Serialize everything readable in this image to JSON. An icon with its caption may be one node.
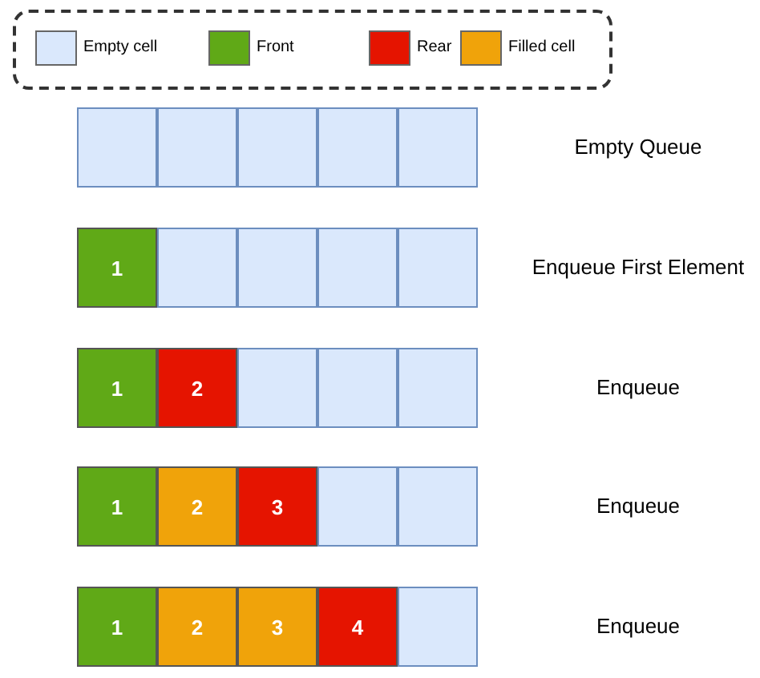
{
  "diagram": {
    "nodes": [
      {
        "text": [],
        "shape": "box"
      },
      {
        "text": [],
        "shape": "box"
      },
      {
        "text": [],
        "shape": "box"
      },
      {
        "text": [],
        "shape": "box"
      },
      {
        "text": [],
        "shape": "box"
      },
      {
        "text": [
          "1"
        ]
      },
      {
        "text": [],
        "shape": "box"
      },
      {
        "text": [],
        "shape": "box"
      },
      {
        "text": [],
        "shape": "box"
      },
      {
        "text": [],
        "shape": "box"
      },
      {
        "text": [
          "1"
        ]
      },
      {
        "text": [
          "2"
        ]
      },
      {
        "text": [],
        "shape": "box"
      },
      {
        "text": [],
        "shape": "box"
      },
      {
        "text": [],
        "shape": "box"
      },
      {
        "text": [
          "1"
        ]
      },
      {
        "text": [
          "2"
        ]
      },
      {
        "text": [
          "3"
        ]
      },
      {
        "text": [],
        "shape": "box"
      },
      {
        "text": [],
        "shape": "box"
      },
      {
        "text": [
          "1"
        ]
      },
      {
        "text": [
          "2"
        ]
      },
      {
        "text": [
          "3"
        ]
      },
      {
        "text": [
          "4"
        ]
      },
      {
        "text": [],
        "shape": "box"
      }
    ],
    "labels": [
      "Empty Queue",
      "Enqueue First Element",
      "Enqueue",
      "Enqueue",
      "Enqueue"
    ],
    "legend": [
      {
        "text": "Empty cell",
        "color": "#dae8fc"
      },
      {
        "text": "Front",
        "color": "#60a917"
      },
      {
        "text": "Rear",
        "color": "#e51400"
      },
      {
        "text": "Filled cell",
        "color": "#f0a30a"
      }
    ]
  }
}
